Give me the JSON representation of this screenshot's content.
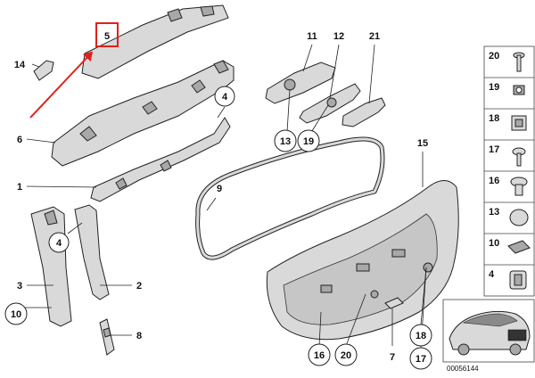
{
  "diagram": {
    "callouts": {
      "c1": "1",
      "c2": "2",
      "c3": "3",
      "c4a": "4",
      "c4b": "4",
      "c5": "5",
      "c6": "6",
      "c7": "7",
      "c8": "8",
      "c9": "9",
      "c10": "10",
      "c11": "11",
      "c12": "12",
      "c13": "13",
      "c14": "14",
      "c15": "15",
      "c16": "16",
      "c17": "17",
      "c18": "18",
      "c19": "19",
      "c20": "20",
      "c21": "21"
    },
    "side_panel": [
      "20",
      "19",
      "18",
      "17",
      "16",
      "13",
      "10",
      "4"
    ],
    "diagram_code": "00056144",
    "highlight_color": "#e0201b"
  }
}
